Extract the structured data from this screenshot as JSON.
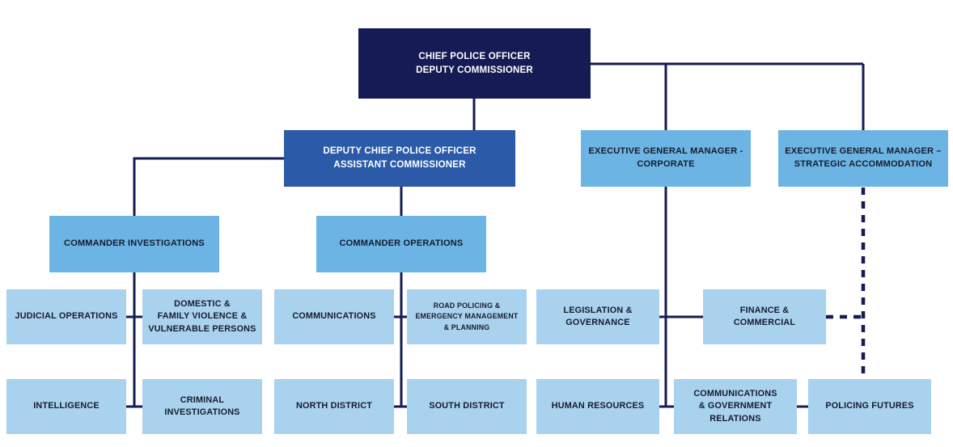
{
  "chart": {
    "type": "org-chart",
    "title": "Police executive organisational chart",
    "palette": {
      "level1_bg": "#141b55",
      "level2_bg": "#2b5aa8",
      "level3_bg": "#6cb4e3",
      "level4_bg": "#a9d2ee",
      "line": "#141b55",
      "text_light": "#ffffff",
      "text_dark": "#161b2e"
    },
    "nodes": {
      "chief": {
        "label": "CHIEF POLICE OFFICER\nDEPUTY COMMISSIONER"
      },
      "deputy": {
        "label": "DEPUTY CHIEF POLICE OFFICER\nASSISTANT COMMISSIONER"
      },
      "egm_corporate": {
        "label": "EXECUTIVE GENERAL MANAGER -\nCORPORATE"
      },
      "egm_strategic": {
        "label": "EXECUTIVE GENERAL MANAGER –\nSTRATEGIC ACCOMMODATION"
      },
      "commander_investigations": {
        "label": "COMMANDER INVESTIGATIONS"
      },
      "commander_operations": {
        "label": "COMMANDER OPERATIONS"
      },
      "judicial_operations": {
        "label": "JUDICIAL OPERATIONS"
      },
      "domestic_family_violence": {
        "label": "DOMESTIC &\nFAMILY VIOLENCE &\nVULNERABLE PERSONS"
      },
      "communications": {
        "label": "COMMUNICATIONS"
      },
      "road_policing": {
        "label": "ROAD POLICING &\nEMERGENCY MANAGEMENT\n& PLANNING"
      },
      "legislation_governance": {
        "label": "LEGISLATION &\nGOVERNANCE"
      },
      "finance_commercial": {
        "label": "FINANCE &\nCOMMERCIAL"
      },
      "intelligence": {
        "label": "INTELLIGENCE"
      },
      "criminal_investigations": {
        "label": "CRIMINAL\nINVESTIGATIONS"
      },
      "north_district": {
        "label": "NORTH DISTRICT"
      },
      "south_district": {
        "label": "SOUTH DISTRICT"
      },
      "human_resources": {
        "label": "HUMAN RESOURCES"
      },
      "communications_government": {
        "label": "COMMUNICATIONS\n& GOVERNMENT\nRELATIONS"
      },
      "policing_futures": {
        "label": "POLICING FUTURES"
      }
    },
    "edges": [
      {
        "from": "chief",
        "to": "deputy",
        "style": "solid"
      },
      {
        "from": "chief",
        "to": "egm_corporate",
        "style": "solid"
      },
      {
        "from": "chief",
        "to": "egm_strategic",
        "style": "solid"
      },
      {
        "from": "deputy",
        "to": "commander_investigations",
        "style": "solid"
      },
      {
        "from": "deputy",
        "to": "commander_operations",
        "style": "solid"
      },
      {
        "from": "commander_investigations",
        "to": "judicial_operations",
        "style": "solid"
      },
      {
        "from": "commander_investigations",
        "to": "domestic_family_violence",
        "style": "solid"
      },
      {
        "from": "commander_investigations",
        "to": "intelligence",
        "style": "solid"
      },
      {
        "from": "commander_investigations",
        "to": "criminal_investigations",
        "style": "solid"
      },
      {
        "from": "commander_operations",
        "to": "communications",
        "style": "solid"
      },
      {
        "from": "commander_operations",
        "to": "road_policing",
        "style": "solid"
      },
      {
        "from": "commander_operations",
        "to": "north_district",
        "style": "solid"
      },
      {
        "from": "commander_operations",
        "to": "south_district",
        "style": "solid"
      },
      {
        "from": "egm_corporate",
        "to": "legislation_governance",
        "style": "solid"
      },
      {
        "from": "egm_corporate",
        "to": "finance_commercial",
        "style": "solid"
      },
      {
        "from": "egm_corporate",
        "to": "human_resources",
        "style": "solid"
      },
      {
        "from": "egm_corporate",
        "to": "communications_government",
        "style": "solid"
      },
      {
        "from": "communications_government",
        "to": "policing_futures",
        "style": "solid"
      },
      {
        "from": "egm_strategic",
        "to": "finance_commercial",
        "style": "dashed"
      },
      {
        "from": "egm_strategic",
        "to": "policing_futures",
        "style": "dashed"
      }
    ]
  }
}
